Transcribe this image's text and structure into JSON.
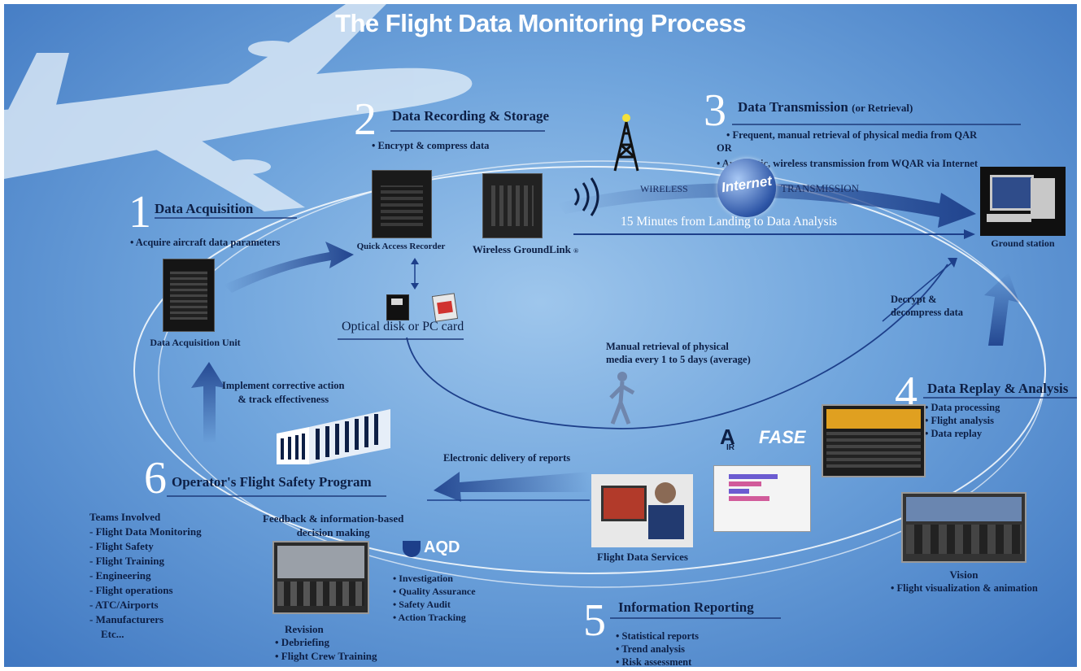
{
  "title": "The Flight Data Monitoring Process",
  "step1": {
    "number": "1",
    "heading": "Data Acquisition",
    "bullets": [
      "• Acquire aircraft data parameters"
    ],
    "device_label": "Data Acquisition Unit"
  },
  "step2": {
    "number": "2",
    "heading": "Data Recording & Storage",
    "bullets": [
      "• Encrypt & compress data"
    ],
    "qar_label": "Quick Access Recorder",
    "wireless_label": "Wireless GroundLink",
    "wireless_mark": "®",
    "media_label": "Optical disk or PC card"
  },
  "step3": {
    "number": "3",
    "heading": "Data Transmission",
    "heading_suffix": "(or Retrieval)",
    "line1": "• Frequent, manual retrieval of physical media from QAR",
    "or": "OR",
    "line2": "• Automatic, wireless transmission from WQAR via Internet",
    "wireless_word": "WIRELESS",
    "internet_word": "Internet",
    "transmission_word": "TRANSMISSION",
    "timeline": "15 Minutes from Landing to Data Analysis",
    "ground_label": "Ground station",
    "decrypt": [
      "Decrypt &",
      "decompress data"
    ],
    "manual": [
      "Manual retrieval of physical",
      "media every 1 to 5 days (average)"
    ]
  },
  "step4": {
    "number": "4",
    "heading": "Data Replay & Analysis",
    "bullets": [
      "• Data processing",
      "• Flight analysis",
      "• Data replay"
    ],
    "logo_air": "A",
    "logo_ir": "IR",
    "logo_fase": "FASE",
    "vision_label": "Vision",
    "vision_bullet": "• Flight visualization & animation"
  },
  "step5": {
    "number": "5",
    "heading": "Information Reporting",
    "bullets": [
      "• Statistical reports",
      "• Trend analysis",
      "• Risk assessment"
    ],
    "services_label": "Flight Data Services",
    "delivery": "Electronic delivery of reports"
  },
  "step6": {
    "number": "6",
    "heading": "Operator's Flight Safety Program",
    "corrective": [
      "Implement corrective action",
      "& track effectiveness"
    ],
    "teams_title": "Teams Involved",
    "teams": [
      "- Flight Data Monitoring",
      "- Flight Safety",
      "- Flight Training",
      "- Engineering",
      "- Flight operations",
      "- ATC/Airports",
      "- Manufacturers",
      "  Etc..."
    ],
    "feedback": [
      "Feedback & information-based",
      "decision making"
    ],
    "aqd_logo": "AQD",
    "aqd_bullets": [
      "• Investigation",
      "• Quality Assurance",
      "• Safety Audit",
      "• Action Tracking"
    ],
    "revision_label": "Revision",
    "revision_bullets": [
      "• Debriefing",
      "• Flight Crew Training"
    ]
  },
  "colors": {
    "background_center": "#9ec6ec",
    "background_edge": "#3f77c1",
    "text_dark": "#0d1f45",
    "arrow": "#1d3f8a"
  }
}
